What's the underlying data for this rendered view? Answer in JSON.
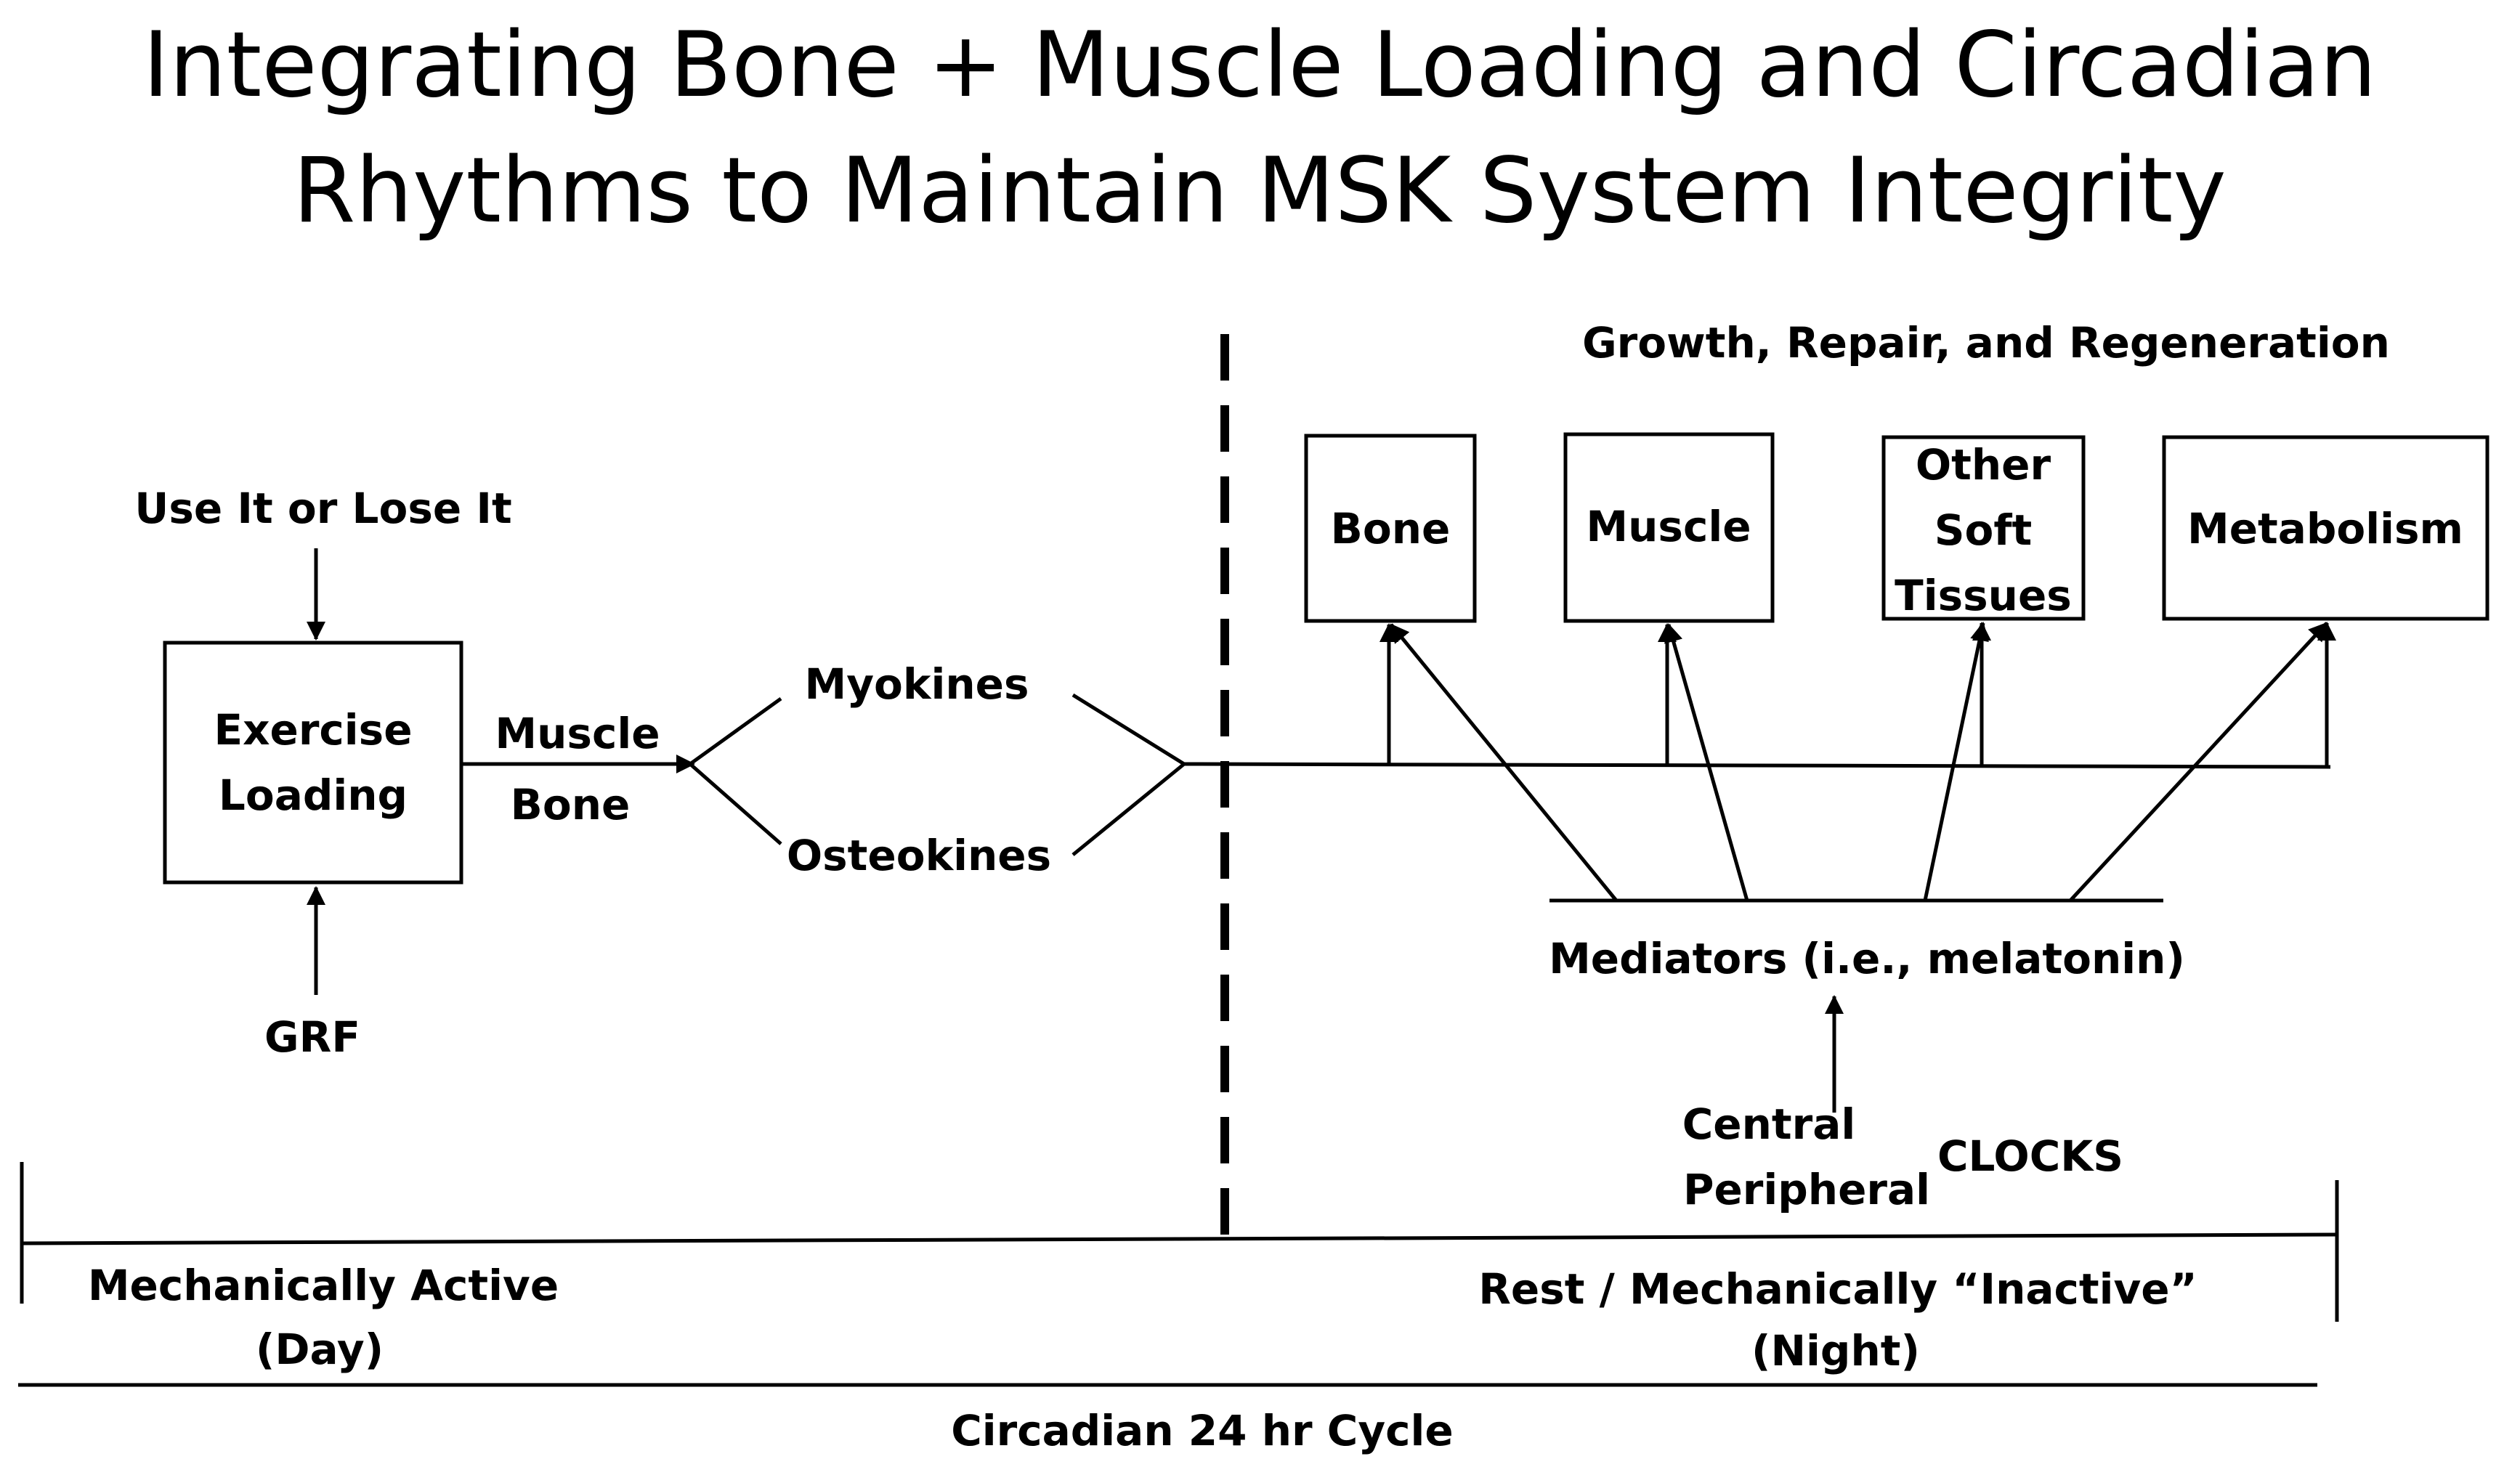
{
  "title": {
    "line1": "Integrating Bone + Muscle Loading and Circadian",
    "line2": "Rhythms to Maintain MSK System Integrity"
  },
  "left": {
    "use_it": "Use It or Lose It",
    "exercise_box": [
      "Exercise",
      "Loading"
    ],
    "grf": "GRF",
    "muscle": "Muscle",
    "bone": "Bone",
    "myokines": "Myokines",
    "osteokines": "Osteokines"
  },
  "right": {
    "heading": "Growth, Repair, and Regeneration",
    "boxes": {
      "bone": "Bone",
      "muscle": "Muscle",
      "other": [
        "Other",
        "Soft",
        "Tissues"
      ],
      "metabolism": "Metabolism"
    },
    "mediators": "Mediators (i.e., melatonin)",
    "central": "Central",
    "peripheral": "Peripheral",
    "clocks": "CLOCKS"
  },
  "timeline": {
    "active": [
      "Mechanically Active",
      "(Day)"
    ],
    "rest": [
      "Rest / Mechanically “Inactive”",
      "(Night)"
    ],
    "cycle": "Circadian 24 hr Cycle"
  },
  "colors": {
    "ink": "#000000",
    "background": "#ffffff"
  }
}
